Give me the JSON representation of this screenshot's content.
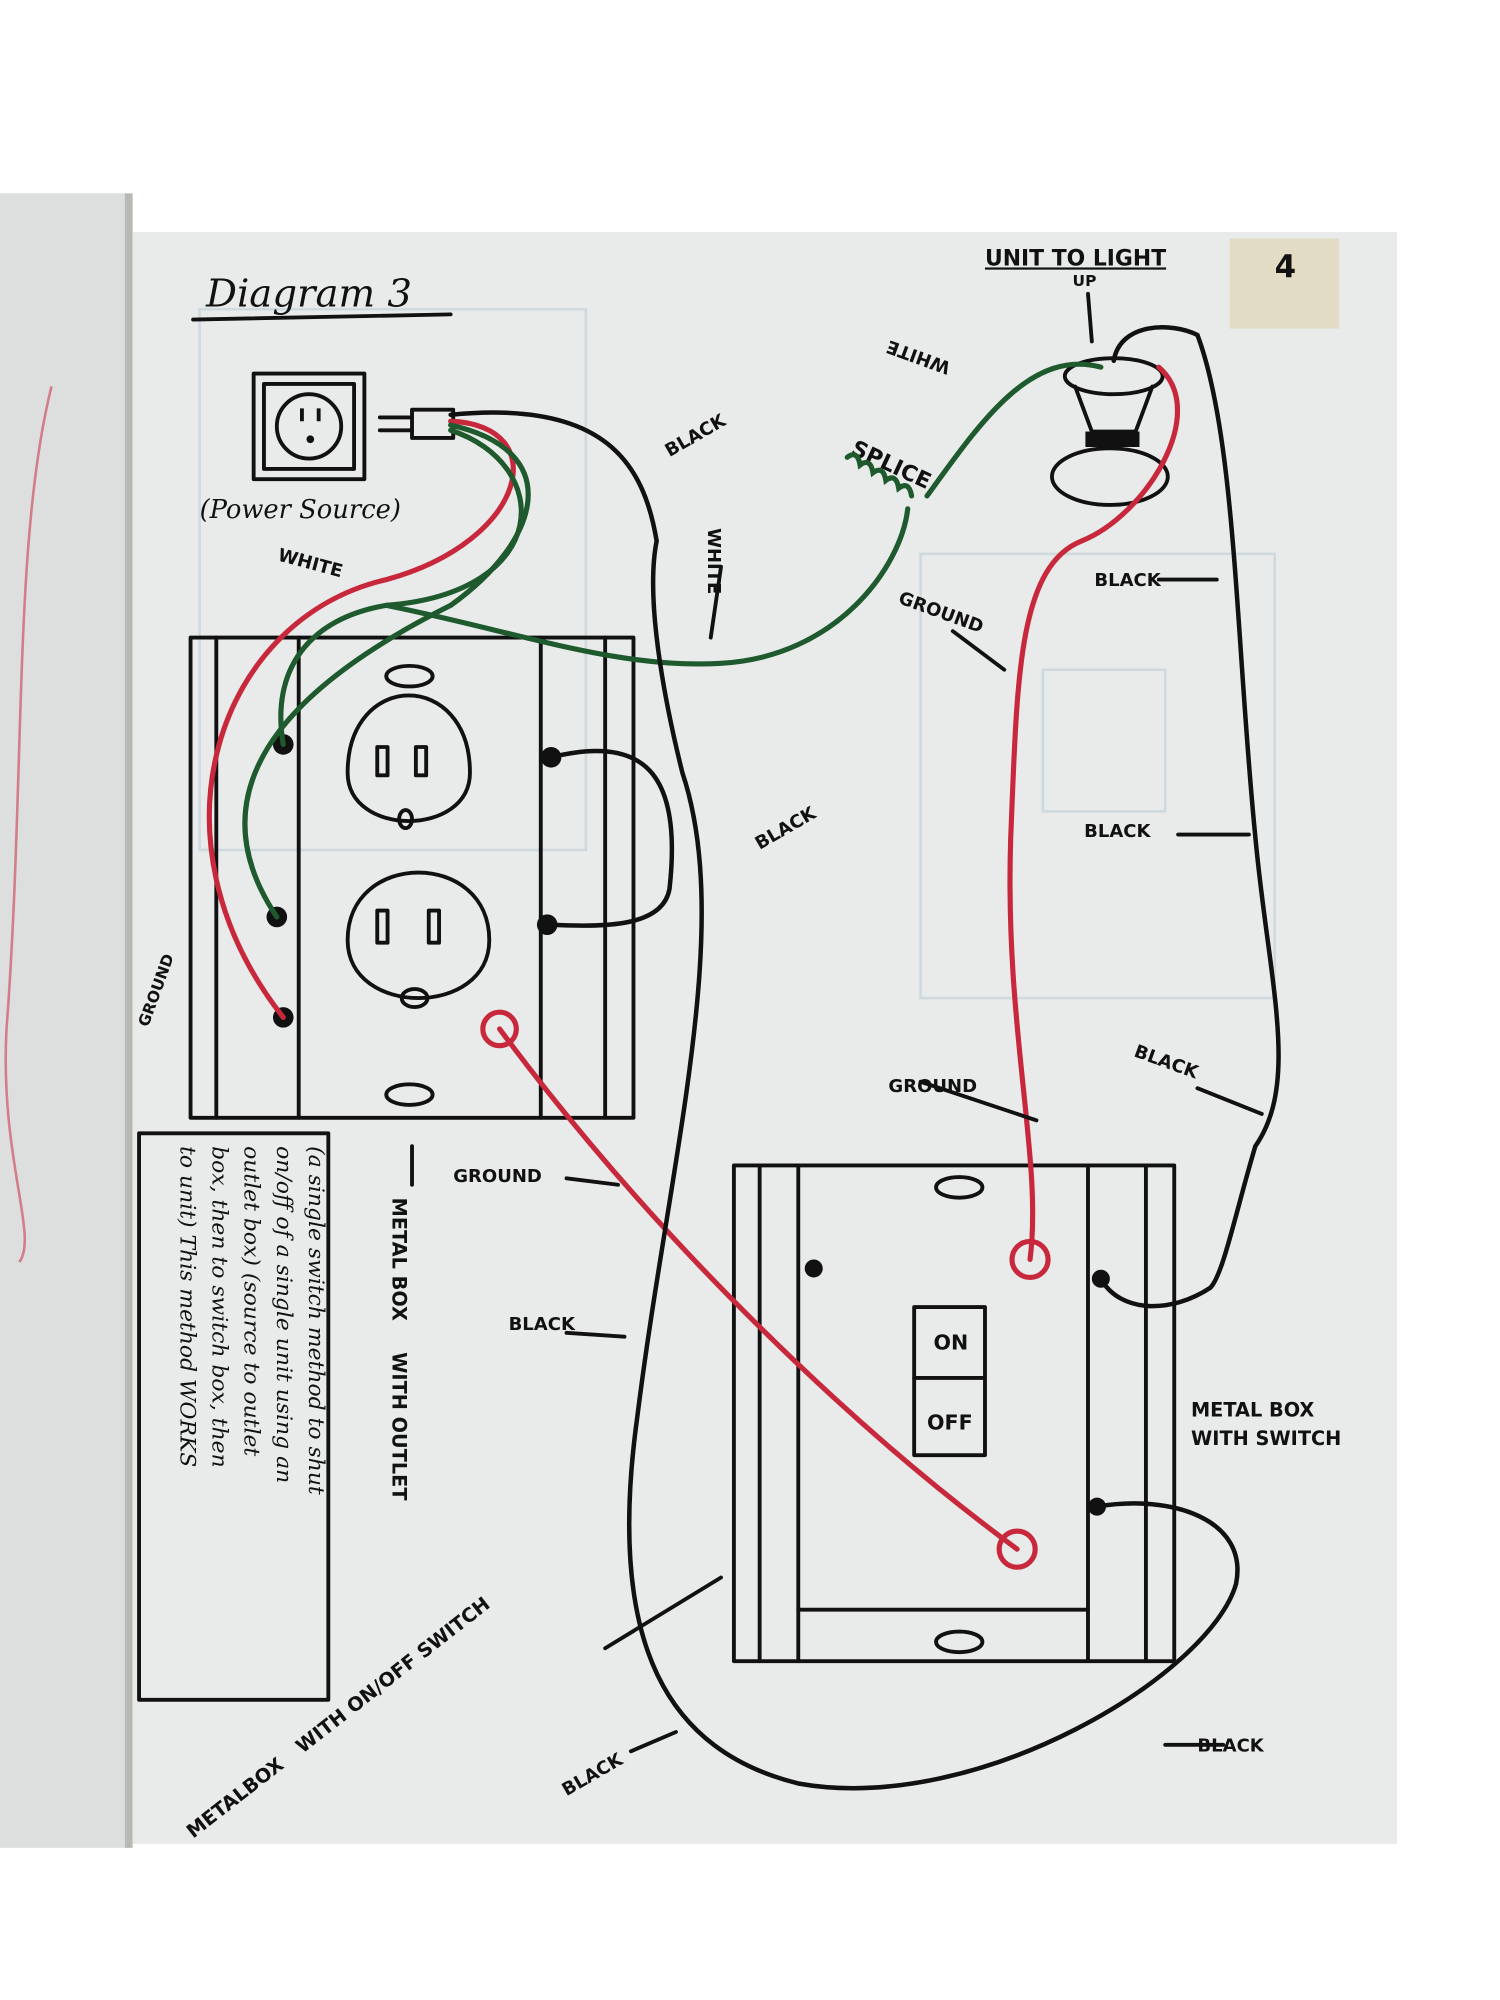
{
  "page": {
    "number": "4",
    "title": "Diagram 3"
  },
  "components": {
    "power_source": "(Power Source)",
    "unit_to_light": {
      "line1": "UNIT TO LIGHT",
      "line2": "UP"
    },
    "splice": "SPLICE",
    "outlet_box_label": {
      "line1": "METAL BOX",
      "line2": "WITH OUTLET"
    },
    "switch_box_label": {
      "line1": "METAL BOX",
      "line2": "WITH SWITCH"
    },
    "switch_box_bottom_label": {
      "line1": "METALBOX",
      "line2": "WITH ON/OFF SWITCH"
    },
    "switch_on": "ON",
    "switch_off": "OFF"
  },
  "wire_labels": {
    "white_top": "WHITE",
    "white_left": "WHITE",
    "white_vertical": "WHITE",
    "black_top": "BLACK",
    "black_mid": "BLACK",
    "black_right1": "BLACK",
    "black_right2": "BLACK",
    "black_right3": "BLACK",
    "black_left": "BLACK",
    "black_bottom_left": "BLACK",
    "black_bottom_right": "BLACK",
    "ground_top": "GROUND",
    "ground_left": "GROUND",
    "ground_mid": "GROUND",
    "ground_right": "GROUND"
  },
  "note": {
    "lines": [
      "(a single switch method to shut",
      "on/off of a single unit using an",
      "outlet box) (source to outlet",
      "box, then to switch box, then",
      "to unit) This method WORKS"
    ]
  },
  "colors": {
    "paper": "#e8ebe9",
    "red_wire": "#c8283c",
    "green_wire": "#1f5a2e",
    "ink": "#111111",
    "tape": "#e2dcc4"
  }
}
